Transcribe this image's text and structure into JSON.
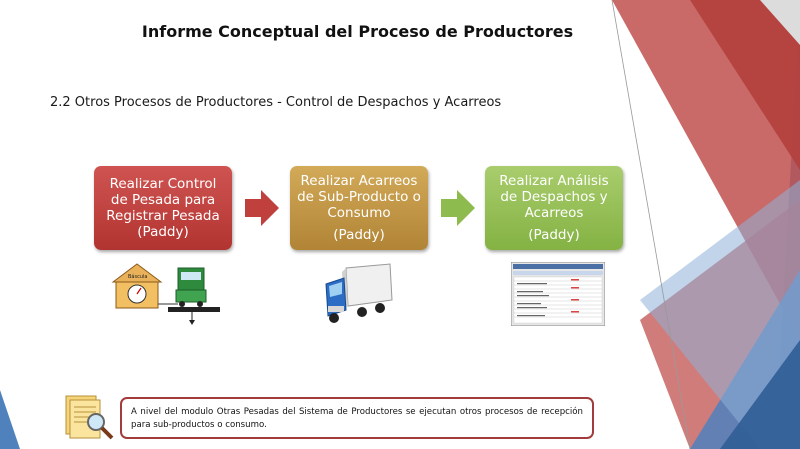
{
  "slide": {
    "title": "Informe Conceptual del Proceso de Productores",
    "subtitle": "2.2 Otros Procesos de Productores - Control de Despachos y Acarreos"
  },
  "steps": [
    {
      "lines": [
        "Realizar Control",
        "de Pesada para",
        "Registrar Pesada",
        "(Paddy)"
      ]
    },
    {
      "lines": [
        "Realizar Acarreos",
        "de Sub-Producto o",
        "Consumo",
        "(Paddy)"
      ]
    },
    {
      "lines": [
        "Realizar Análisis",
        "de Despachos y",
        "Acarreos",
        "(Paddy)"
      ]
    }
  ],
  "scale_image": {
    "label": "Báscula"
  },
  "note": {
    "text": "A nivel del modulo Otras Pesadas del Sistema de Productores se ejecutan otros procesos de recepción para sub-productos o consumo."
  },
  "colors": {
    "step1": "#c0403d",
    "step2": "#c2973f",
    "step3": "#93bd55",
    "note_border": "#a23c3c",
    "deco_red": "#c0504d",
    "deco_blue": "#4f81bd"
  }
}
